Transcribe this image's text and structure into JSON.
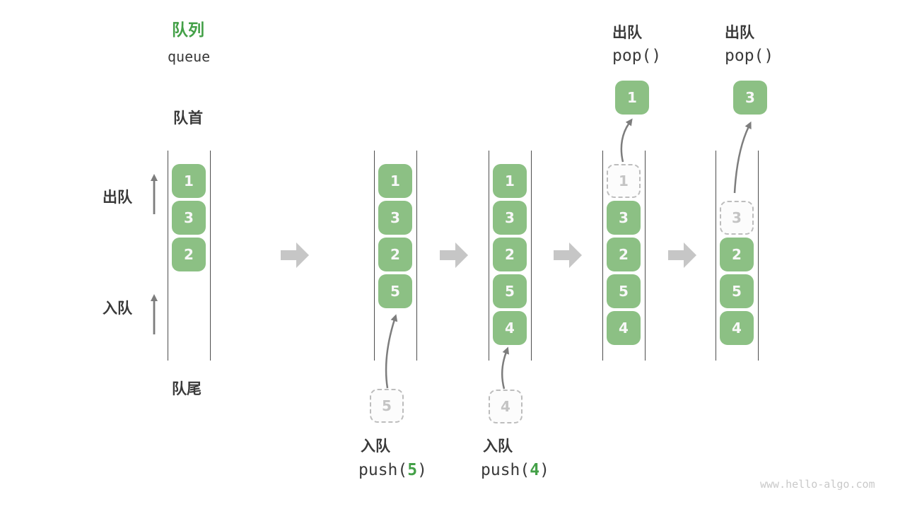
{
  "title": {
    "zh": "队列",
    "en": "queue"
  },
  "labels": {
    "front": "队首",
    "rear": "队尾",
    "dequeue_side": "出队",
    "enqueue_side": "入队"
  },
  "columns": [
    {
      "boxes": [
        {
          "v": "1"
        },
        {
          "v": "3"
        },
        {
          "v": "2"
        }
      ]
    },
    {
      "boxes": [
        {
          "v": "1"
        },
        {
          "v": "3"
        },
        {
          "v": "2"
        },
        {
          "v": "5"
        }
      ]
    },
    {
      "boxes": [
        {
          "v": "1"
        },
        {
          "v": "3"
        },
        {
          "v": "2"
        },
        {
          "v": "5"
        },
        {
          "v": "4"
        }
      ]
    },
    {
      "boxes": [
        {
          "v": "1",
          "ghost": true
        },
        {
          "v": "3"
        },
        {
          "v": "2"
        },
        {
          "v": "5"
        },
        {
          "v": "4"
        }
      ]
    },
    {
      "boxes": [
        {
          "v": "3",
          "ghost": true
        },
        {
          "v": "2"
        },
        {
          "v": "5"
        },
        {
          "v": "4"
        }
      ]
    }
  ],
  "push_ops": [
    {
      "label": "入队",
      "fn_open": "push(",
      "arg": "5",
      "fn_close": ")",
      "operand": "5"
    },
    {
      "label": "入队",
      "fn_open": "push(",
      "arg": "4",
      "fn_close": ")",
      "operand": "4"
    }
  ],
  "pop_ops": [
    {
      "label": "出队",
      "fn": "pop()",
      "result": "1"
    },
    {
      "label": "出队",
      "fn": "pop()",
      "result": "3"
    }
  ],
  "watermark": "www.hello-algo.com",
  "colors": {
    "item_green": "#8CC084",
    "title_green": "#43A047",
    "code_arg_green": "#43A047",
    "ghost_gray": "#c4c4c4",
    "block_arrow_gray": "#c6c6c6",
    "thin_arrow_gray": "#7d7d7d",
    "column_line_dark": "#4d4d4d"
  }
}
